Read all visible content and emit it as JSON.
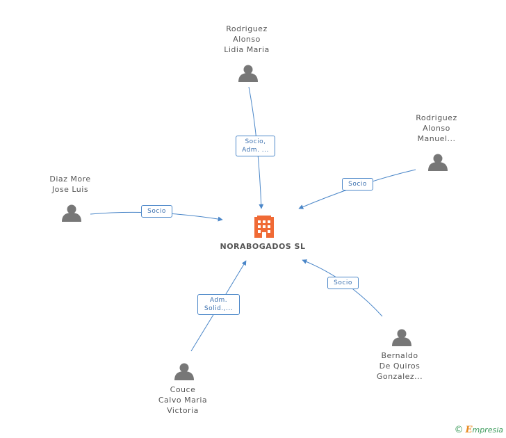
{
  "company": {
    "name": "NORABOGADOS SL",
    "icon": "building-icon",
    "color": "#f06a35"
  },
  "colors": {
    "edge": "#4a86c8",
    "person": "#777777",
    "text": "#555555"
  },
  "persons": [
    {
      "id": "rodriguez-lidia",
      "lines": [
        "Rodriguez",
        "Alonso",
        "Lidia Maria"
      ],
      "icon": "person-icon"
    },
    {
      "id": "rodriguez-manuel",
      "lines": [
        "Rodriguez",
        "Alonso",
        "Manuel..."
      ],
      "icon": "person-icon"
    },
    {
      "id": "diaz-more",
      "lines": [
        "Diaz More",
        "Jose Luis"
      ],
      "icon": "person-icon"
    },
    {
      "id": "couce",
      "lines": [
        "Couce",
        "Calvo Maria",
        "Victoria"
      ],
      "icon": "person-icon"
    },
    {
      "id": "bernaldo",
      "lines": [
        "Bernaldo",
        "De Quiros",
        "Gonzalez..."
      ],
      "icon": "person-icon"
    }
  ],
  "edges": [
    {
      "from": "rodriguez-lidia",
      "label": [
        "Socio,",
        "Adm. ..."
      ]
    },
    {
      "from": "rodriguez-manuel",
      "label": [
        "Socio"
      ]
    },
    {
      "from": "diaz-more",
      "label": [
        "Socio"
      ]
    },
    {
      "from": "couce",
      "label": [
        "Adm.",
        "Solid.,..."
      ]
    },
    {
      "from": "bernaldo",
      "label": [
        "Socio"
      ]
    }
  ],
  "footer": {
    "copyright": "©",
    "brand_initial": "E",
    "brand_rest": "mpresia"
  }
}
